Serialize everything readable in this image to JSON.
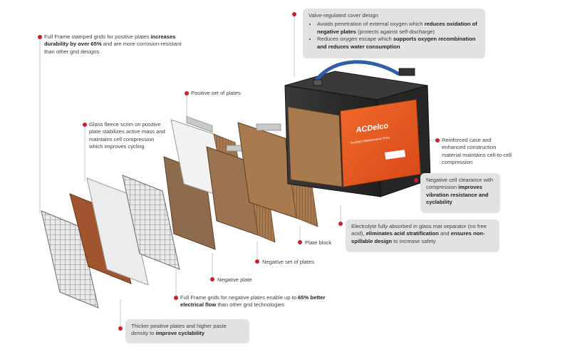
{
  "brand": {
    "logo_text": "ACDelco",
    "label_line": "Auxiliary Maintenance Free"
  },
  "colors": {
    "callout_dot": "#c8202f",
    "leader_line": "#b8b8b8",
    "highlight_box": "#e2e2e2",
    "battery_case": "#2b2b2b",
    "handle": "#2f5fa8",
    "label_orange": "#e8561e"
  },
  "callouts": {
    "cover": {
      "title": "Valve-regulated cover design",
      "b1_pre": "Avoids penetration of external oxygen which ",
      "b1_bold": "reduces oxidation of negative plates",
      "b1_post": " (protects against self-discharge)",
      "b2_pre": "Reduces oxygen escape which ",
      "b2_bold": "supports oxygen recombination and reduces water consumption"
    },
    "full_frame_positive": {
      "pre": "Full Frame stamped grids for positive plates ",
      "bold": "increases durability by over 65%",
      "post": " and are more corrosion-resistant than other grid designs"
    },
    "positive_set": {
      "text": "Positive set of plates"
    },
    "glass_fleece": {
      "text": "Glass fleece scrim on positive plate stabilizes active mass and maintains cell compression which improves cycling"
    },
    "reinforced_case": {
      "text": "Reinforced case and enhanced construction material maintains cell-to-cell compression"
    },
    "negative_clearance": {
      "pre": "Negative cell clearance with compression ",
      "bold": "improves vibration resistance and cyclability"
    },
    "electrolyte": {
      "pre": "Electrolyte fully absorbed in glass mat separator (no free acid), ",
      "bold1": "eliminates acid stratification",
      "mid": " and ",
      "bold2": "ensures non-spillable design",
      "post": " to increase safety"
    },
    "plate_block": {
      "text": "Plate block"
    },
    "negative_set": {
      "text": "Negative set of plates"
    },
    "negative_plate": {
      "text": "Negative plate"
    },
    "full_frame_negative": {
      "pre": "Full Frame grids for negative plates enable up to ",
      "bold": "65% better electrical flow",
      "post": " than other grid technologies"
    },
    "thicker_plates": {
      "pre": "Thicker positive plates and higher paste density to ",
      "bold": "improve cyclability"
    }
  }
}
